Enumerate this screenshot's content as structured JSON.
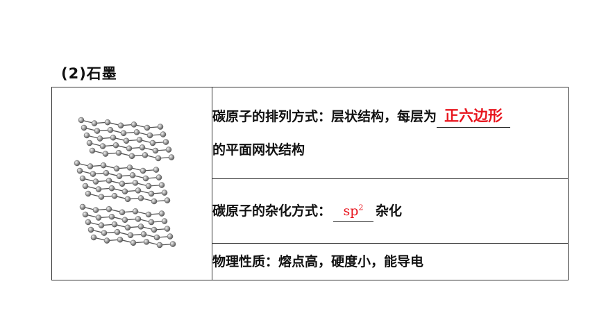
{
  "heading": "(2)石墨",
  "rows": {
    "arrangement": {
      "label": "碳原子的排列方式：层状结构，每层为",
      "answer": "正六边形",
      "suffix": "的平面网状结构"
    },
    "hybrid": {
      "label": "碳原子的杂化方式：",
      "answer_base": "sp",
      "answer_sup": "2",
      "suffix": "杂化"
    },
    "property": {
      "text": "物理性质：熔点高，硬度小，能导电"
    }
  },
  "colors": {
    "answer": "#e8141d",
    "border": "#333333"
  },
  "icons": {
    "structure": "graphite-layer-structure-icon"
  }
}
